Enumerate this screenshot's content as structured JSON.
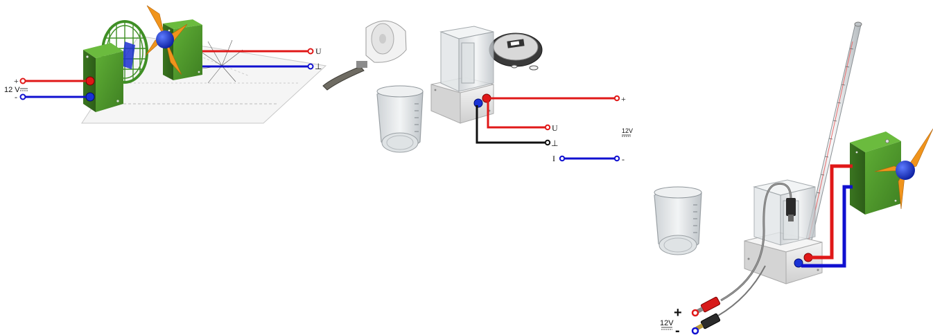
{
  "setup1": {
    "label_plus": "+",
    "label_minus": "-",
    "label_voltage": "12 V",
    "label_u": "U",
    "label_ground": "⊥"
  },
  "setup2": {
    "label_plus": "+",
    "label_u": "U",
    "label_ground": "⊥",
    "label_i": "I",
    "label_minus": "-",
    "label_12v": "12V"
  },
  "setup3": {
    "label_plus": "+",
    "label_minus": "-",
    "label_12v": "12V"
  },
  "colors": {
    "red_wire": "#e01818",
    "blue_wire": "#1010d0",
    "black_wire": "#111111",
    "green_block": "#4f9a2c",
    "orange_blade": "#f0941c",
    "hub_blue": "#1a33d6",
    "glass": "#d8dde0",
    "base_grey": "#e6e6e6"
  },
  "icons": [
    "fan-icon",
    "solar-cell-icon",
    "tape-measure-icon",
    "beaker-icon",
    "stopwatch-icon",
    "thermometer-icon",
    "socket-icon"
  ]
}
